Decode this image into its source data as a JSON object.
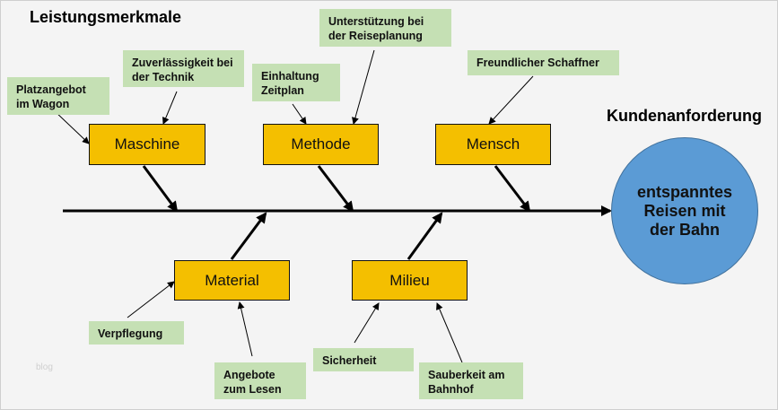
{
  "title": "Leistungsmerkmale",
  "effect_title": "Kundenanforderung",
  "effect": "entspanntes Reisen mit der Bahn",
  "watermark": "blog",
  "categories": {
    "maschine": "Maschine",
    "methode": "Methode",
    "mensch": "Mensch",
    "material": "Material",
    "milieu": "Milieu"
  },
  "causes": {
    "platzangebot": "Platzangebot im Wagon",
    "zuverlaessigkeit": "Zuverlässigkeit bei der Technik",
    "einhaltung": "Einhaltung Zeitplan",
    "unterstuetzung": "Unterstützung  bei der Reiseplanung",
    "schaffner": "Freundlicher Schaffner",
    "verpflegung": "Verpflegung",
    "angebote": "Angebote zum Lesen",
    "sicherheit": "Sicherheit",
    "sauberkeit": "Sauberkeit am Bahnhof"
  },
  "colors": {
    "category": "#f4bf00",
    "cause": "#c5e0b4",
    "effect": "#5b9bd5"
  }
}
